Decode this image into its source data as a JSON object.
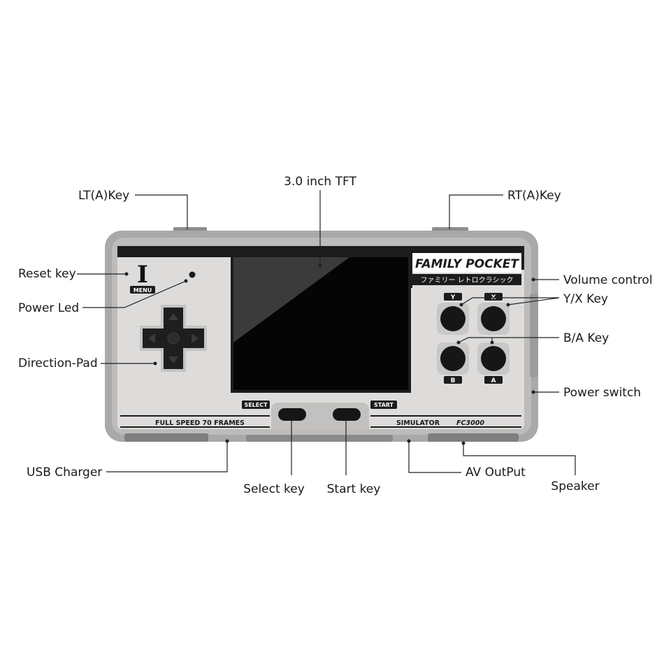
{
  "device": {
    "brand": "FAMILY POCKET",
    "subtitle_jp": "ファミリー レトロクラシック",
    "menu_text": "MENU",
    "menu_glyph": "I",
    "bottom_left_text": "FULL SPEED 70 FRAMES",
    "bottom_right_left": "SIMULATOR",
    "bottom_right_right": "FC3000",
    "select_tag": "SELECT",
    "start_tag": "START",
    "button_letters": {
      "y": "Y",
      "x": "X",
      "b": "B",
      "a": "A"
    },
    "colors": {
      "shell": "#a9a9a9",
      "faceplate": "#dedcdb",
      "bezel": "#1c1c1c",
      "screen": "#050505",
      "button": "#161616"
    }
  },
  "labels": {
    "lt_key": "LT(A)Key",
    "screen": "3.0 inch  TFT",
    "rt_key": "RT(A)Key",
    "reset_key": "Reset key",
    "power_led": "Power Led",
    "direction_pad": "Direction-Pad",
    "volume_control": "Volume control",
    "yx_key": "Y/X Key",
    "ba_key": "B/A Key",
    "power_switch": "Power switch",
    "usb_charger": "USB Charger",
    "select_key": "Select key",
    "start_key": "Start key",
    "av_output": "AV OutPut",
    "speaker": "Speaker"
  }
}
